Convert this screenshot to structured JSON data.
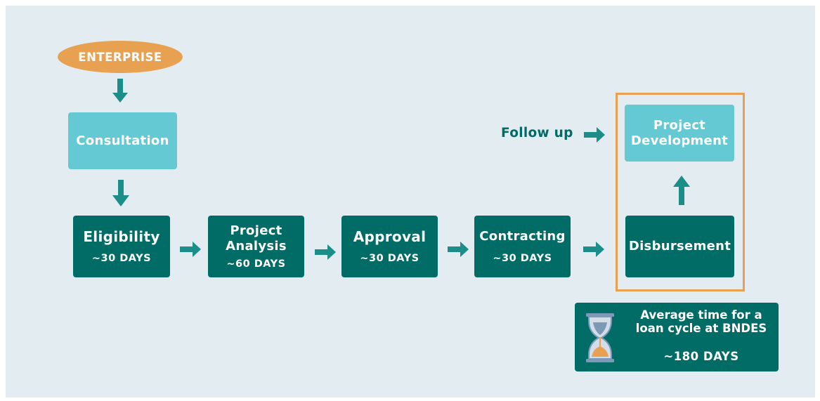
{
  "start": {
    "label": "ENTERPRISE"
  },
  "consultation": {
    "label": "Consultation"
  },
  "steps": [
    {
      "title": "Eligibility",
      "duration": "~30 DAYS"
    },
    {
      "title": "Project\nAnalysis",
      "duration": "~60 DAYS"
    },
    {
      "title": "Approval",
      "duration": "~30 DAYS"
    },
    {
      "title": "Contracting",
      "duration": "~30 DAYS"
    }
  ],
  "disbursement": {
    "label": "Disbursement"
  },
  "project_development": {
    "label": "Project\nDevelopment"
  },
  "follow_up": {
    "label": "Follow up"
  },
  "legend": {
    "text": "Average time for a\nloan cycle at BNDES",
    "duration": "~180 DAYS",
    "icon": "hourglass-icon"
  },
  "colors": {
    "dark_teal": "#016b66",
    "light_teal": "#65c9d4",
    "arrow_teal": "#1c8e8a",
    "orange": "#e8a150",
    "background": "#e3ecf0"
  }
}
